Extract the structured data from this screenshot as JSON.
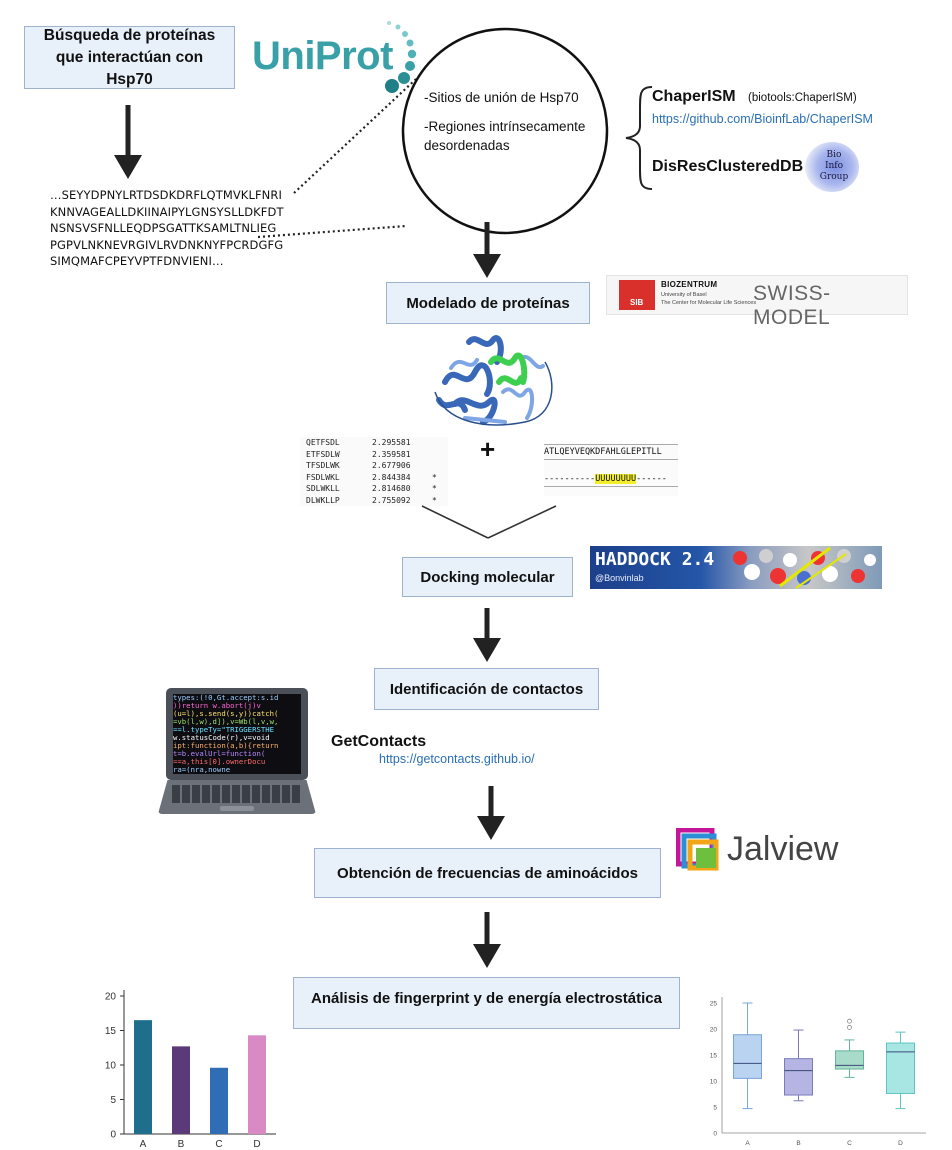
{
  "boxes": {
    "busqueda": "Búsqueda de proteínas que interactúan con Hsp70",
    "modelado": "Modelado de proteínas",
    "docking": "Docking molecular",
    "contactos": "Identificación de contactos",
    "frecuencias": "Obtención de frecuencias de aminoácidos",
    "analisis": "Análisis de fingerprint y de energía electrostática"
  },
  "logos": {
    "uniprot": "UniProt",
    "biozentrum": "BIOZENTRUM",
    "biozentrum_sub1": "University of Basel",
    "biozentrum_sub2": "The Center for Molecular Life Sciences",
    "sib": "SIB",
    "swiss_model": "SWISS-MODEL",
    "haddock": "HADDOCK 2.4",
    "haddock_sub": "@Bonvinlab",
    "jalview": "Jalview",
    "bioinfo": "Bio Info Group"
  },
  "circle": {
    "line1": "-Sitios de unión de Hsp70",
    "line2": "-Regiones intrínsecamente desordenadas"
  },
  "tools": {
    "chaperism": "ChaperISM",
    "chaperism_note": "(biotools:ChaperISM)",
    "chaperism_url": "https://github.com/BioinfLab/ChaperISM",
    "disres": "DisResClusteredDB",
    "getcontacts": "GetContacts",
    "getcontacts_url": "https://getcontacts.github.io/"
  },
  "sequence": [
    "…SEYYDPNYLRTDSDKDRFLQTMVKLFNRI",
    "KNNVAGEALLDKIINAIPYLGNSYSLLDKFDT",
    "NSNSVSFNLLEQDPSGATTKSAMLTNLIEG",
    "PGPVLNKNEVRGIVLRVDNKNYFPCRDGFG",
    "SIMQMAFCPEYVPTFDNVIENI…"
  ],
  "peptide_table": [
    [
      "QETFSDL",
      "2.295581",
      ""
    ],
    [
      "ETFSDLW",
      "2.359581",
      ""
    ],
    [
      "TFSDLWK",
      "2.677906",
      ""
    ],
    [
      "FSDLWKL",
      "2.844384",
      "*"
    ],
    [
      "SDLWKLL",
      "2.814680",
      "*"
    ],
    [
      "DLWKLLP",
      "2.755092",
      "*"
    ]
  ],
  "alignment": {
    "seq": "ATLQEYVEQKDFAHLGLEPITLL",
    "dashes": "----------",
    "highlight": "UUUUUUUU",
    "dashes2": "------"
  },
  "plus": "+",
  "laptop_code": [
    "types:(!0,Gt.accept:s.id",
    "))return w.abort(j)v",
    "(u=l),s.send(s,y))catch(",
    "=vb(l,w),d]),v=Wb(l,v,w,",
    "==l.typeTy=\"TRIGGERSTHE",
    "w.statusCode(r),v=void",
    "ipt:function(a,b){return",
    "t=b.evalUrl=function(",
    "==a,this[0].ownerDocu",
    "ra=(nra,nowne"
  ],
  "chart_data": [
    {
      "type": "bar",
      "categories": [
        "A",
        "B",
        "C",
        "D"
      ],
      "values": [
        16.5,
        12.7,
        9.6,
        14.3
      ],
      "ylim": [
        0,
        20
      ],
      "yticks": [
        0,
        5,
        10,
        15,
        20
      ],
      "colors": [
        "#1f6e8c",
        "#5b3a7a",
        "#2f6eb5",
        "#d98ac5"
      ],
      "grid": false
    },
    {
      "type": "box",
      "categories": [
        "A",
        "B",
        "C",
        "D"
      ],
      "ylim": [
        0,
        25
      ],
      "yticks": [
        0,
        5,
        10,
        15,
        20,
        25
      ],
      "series": [
        {
          "min": 4.7,
          "q1": 10.5,
          "median": 13.4,
          "q3": 18.9,
          "max": 25,
          "outliers": []
        },
        {
          "min": 6.2,
          "q1": 7.3,
          "median": 12.0,
          "q3": 14.3,
          "max": 19.8,
          "outliers": []
        },
        {
          "min": 10.7,
          "q1": 12.3,
          "median": 13.0,
          "q3": 15.8,
          "max": 17.9,
          "outliers": [
            20.3,
            21.5
          ]
        },
        {
          "min": 4.7,
          "q1": 7.6,
          "median": 15.6,
          "q3": 17.3,
          "max": 19.4,
          "outliers": []
        }
      ],
      "colors": [
        "#b9d3f0",
        "#b5b4e2",
        "#a8dbc9",
        "#a8e6e4"
      ],
      "line_colors": [
        "#7aa5d8",
        "#7c7bbd",
        "#64b597",
        "#5ec5c2"
      ],
      "grid": false
    }
  ]
}
